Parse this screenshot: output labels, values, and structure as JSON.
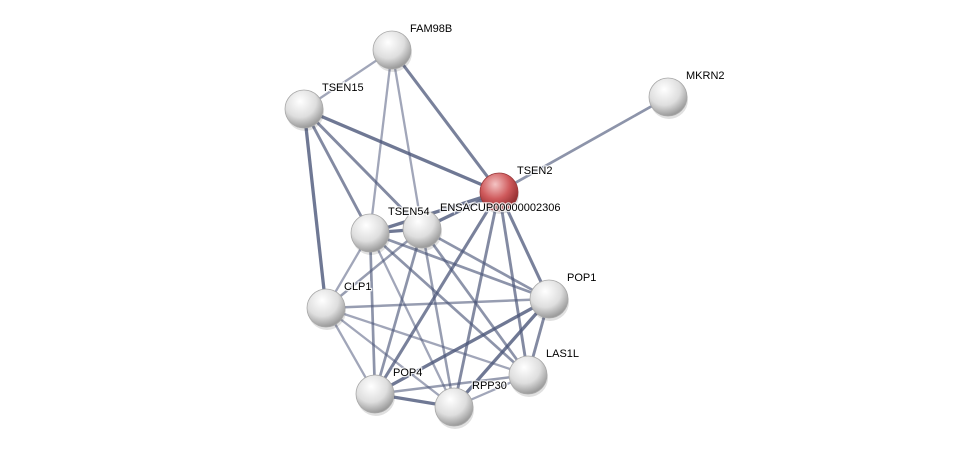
{
  "network": {
    "colors": {
      "node": "#e0e0e0",
      "query_node": "#c9484a",
      "edge": "#4a5578"
    },
    "nodes": [
      {
        "id": "FAM98B",
        "label": "FAM98B",
        "query": false
      },
      {
        "id": "MKRN2",
        "label": "MKRN2",
        "query": false
      },
      {
        "id": "TSEN15",
        "label": "TSEN15",
        "query": false
      },
      {
        "id": "TSEN2",
        "label": "TSEN2",
        "query": true
      },
      {
        "id": "TSEN54",
        "label": "TSEN54",
        "query": false
      },
      {
        "id": "ENSACUP00000002306",
        "label": "ENSACUP00000002306",
        "query": false
      },
      {
        "id": "POP1",
        "label": "POP1",
        "query": false
      },
      {
        "id": "CLP1",
        "label": "CLP1",
        "query": false
      },
      {
        "id": "LAS1L",
        "label": "LAS1L",
        "query": false
      },
      {
        "id": "POP4",
        "label": "POP4",
        "query": false
      },
      {
        "id": "RPP30",
        "label": "RPP30",
        "query": false
      }
    ],
    "edges": [
      [
        "TSEN2",
        "FAM98B",
        0.8
      ],
      [
        "TSEN2",
        "MKRN2",
        0.6
      ],
      [
        "TSEN2",
        "TSEN15",
        0.9
      ],
      [
        "TSEN2",
        "TSEN54",
        0.9
      ],
      [
        "TSEN2",
        "ENSACUP00000002306",
        0.9
      ],
      [
        "TSEN2",
        "POP1",
        0.8
      ],
      [
        "TSEN2",
        "LAS1L",
        0.7
      ],
      [
        "TSEN2",
        "RPP30",
        0.7
      ],
      [
        "TSEN2",
        "POP4",
        0.8
      ],
      [
        "FAM98B",
        "TSEN15",
        0.4
      ],
      [
        "FAM98B",
        "TSEN54",
        0.4
      ],
      [
        "FAM98B",
        "ENSACUP00000002306",
        0.4
      ],
      [
        "TSEN15",
        "TSEN54",
        0.7
      ],
      [
        "TSEN15",
        "ENSACUP00000002306",
        0.7
      ],
      [
        "TSEN15",
        "CLP1",
        0.9
      ],
      [
        "TSEN54",
        "ENSACUP00000002306",
        0.9
      ],
      [
        "TSEN54",
        "CLP1",
        0.4
      ],
      [
        "TSEN54",
        "POP4",
        0.6
      ],
      [
        "TSEN54",
        "RPP30",
        0.4
      ],
      [
        "TSEN54",
        "LAS1L",
        0.6
      ],
      [
        "TSEN54",
        "POP1",
        0.6
      ],
      [
        "ENSACUP00000002306",
        "CLP1",
        0.5
      ],
      [
        "ENSACUP00000002306",
        "POP4",
        0.6
      ],
      [
        "ENSACUP00000002306",
        "RPP30",
        0.5
      ],
      [
        "ENSACUP00000002306",
        "LAS1L",
        0.6
      ],
      [
        "ENSACUP00000002306",
        "POP1",
        0.6
      ],
      [
        "CLP1",
        "POP1",
        0.5
      ],
      [
        "CLP1",
        "POP4",
        0.4
      ],
      [
        "CLP1",
        "RPP30",
        0.4
      ],
      [
        "CLP1",
        "LAS1L",
        0.4
      ],
      [
        "POP1",
        "POP4",
        0.9
      ],
      [
        "POP1",
        "RPP30",
        0.9
      ],
      [
        "POP1",
        "LAS1L",
        0.7
      ],
      [
        "POP4",
        "RPP30",
        0.9
      ],
      [
        "POP4",
        "LAS1L",
        0.5
      ],
      [
        "RPP30",
        "LAS1L",
        0.4
      ]
    ]
  }
}
